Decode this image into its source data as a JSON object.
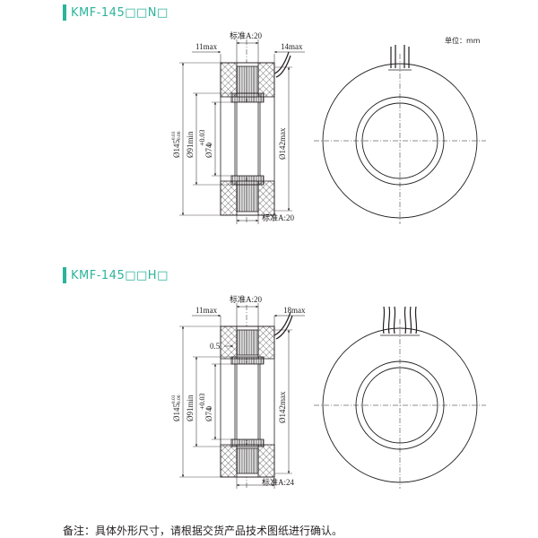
{
  "unit_label": "单位：mm",
  "note": "备注：具体外形尺寸，请根据交货产品技术图纸进行确认。",
  "accent_color": "#2bb39a",
  "models": [
    {
      "title": "KMF-145□□N□",
      "dim_left_top": "11max",
      "dim_top_center": "标准A:20",
      "dim_right_top": "14max",
      "dim_bottom": "标准A:20",
      "dia_outer": "Ø145",
      "dia_outer_tol_upper": "-0.03",
      "dia_outer_tol_lower": "-0.06",
      "dia_inner1": "Ø91min",
      "dia_bore": "Ø74",
      "dia_bore_tol_upper": "+0.03",
      "dia_bore_tol_lower": "0",
      "dia_max": "Ø142max"
    },
    {
      "title": "KMF-145□□H□",
      "dim_left_top": "11max",
      "dim_top_center": "标准A:20",
      "dim_right_top": "18max",
      "dim_bottom": "标准A:24",
      "dim_small": "0.5",
      "dia_outer": "Ø145",
      "dia_outer_tol_upper": "-0.03",
      "dia_outer_tol_lower": "-0.06",
      "dia_inner1": "Ø91min",
      "dia_bore": "Ø74",
      "dia_bore_tol_upper": "+0.03",
      "dia_bore_tol_lower": "0",
      "dia_max": "Ø142max"
    }
  ]
}
